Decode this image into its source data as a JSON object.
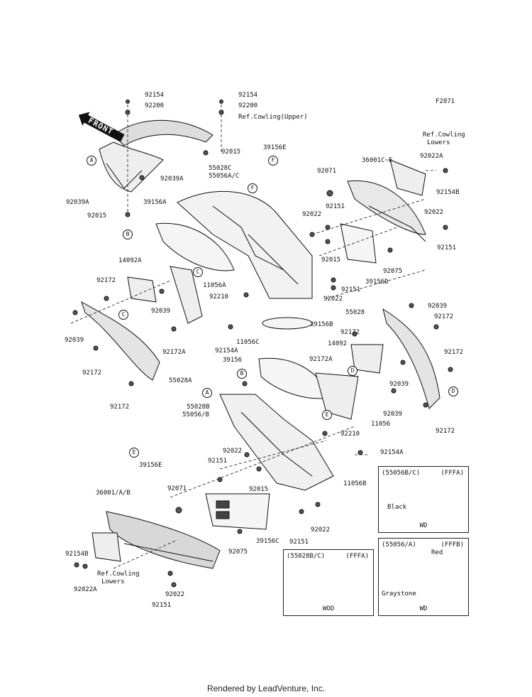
{
  "figure_ref": "F2871",
  "front_label": "FRONT",
  "footer": "Rendered by LeadVenture, Inc.",
  "labels": {
    "l92154_top_a": "92154",
    "l92200_top_a": "92200",
    "l92154_top_b": "92154",
    "l92200_top_b": "92200",
    "ref_cowling_upper": "Ref.Cowling(Upper)",
    "l92015_a": "92015",
    "l39156E_top": "39156E",
    "l92039A_a": "92039A",
    "l92039A_b": "92039A",
    "l92015_b": "92015",
    "l55028C": "55028C",
    "l55056AC": "55056A/C",
    "l39156A": "39156A",
    "ref_cowling_lowers_top_1": "Ref.Cowling",
    "ref_cowling_lowers_top_2": "Lowers",
    "l36001CE": "36001C~E",
    "l92071_top": "92071",
    "l92022A_top": "92022A",
    "l92154B_top": "92154B",
    "l92022_a": "92022",
    "l92151_a": "92151",
    "l92022_b": "92022",
    "l92151_b": "92151",
    "l92015_c": "92015",
    "l92075_top": "92075",
    "l39156D": "39156D",
    "l92151_c": "92151",
    "l92022_c": "92022",
    "l14092A": "14092A",
    "l92172_a": "92172",
    "l11056A": "11056A",
    "l92039_a": "92039",
    "l92210_a": "92210",
    "l92039_b": "92039",
    "l55028_right": "55028",
    "l92172_b": "92172",
    "l39156B": "39156B",
    "l92172_c": "92172",
    "l92039_c": "92039",
    "l92172A_a": "92172A",
    "l92154A_a": "92154A",
    "l11056C": "11056C",
    "l14092": "14092",
    "l92172_d": "92172",
    "l92172A_b": "92172A",
    "l39156_mid": "39156",
    "l92172_e": "92172",
    "l55028A": "55028A",
    "l92039_d": "92039",
    "l92172_f": "92172",
    "l55028B": "55028B",
    "l55056B": "55056/B",
    "l92039_e": "92039",
    "l11056": "11056",
    "l92172_g": "92172",
    "l92210_b": "92210",
    "l39156E_bot": "39156E",
    "l92022_d": "92022",
    "l92151_d": "92151",
    "l92154A_b": "92154A",
    "l92015_d": "92015",
    "l11056B": "11056B",
    "l36001AB": "36001/A/B",
    "l92071_bot": "92071",
    "l39156C": "39156C",
    "l92151_e": "92151",
    "l92022_e": "92022",
    "l92075_bot": "92075",
    "l92154B_bot": "92154B",
    "ref_cowling_lowers_bot_1": "Ref.Cowling",
    "ref_cowling_lowers_bot_2": "Lowers",
    "l92022A_bot": "92022A",
    "l92022_f": "92022",
    "l92151_f": "92151"
  },
  "circles": {
    "A1": "A",
    "B1": "B",
    "C1": "C",
    "C2": "C",
    "D1": "D",
    "D2": "D",
    "E1": "E",
    "E2": "E",
    "F1": "F",
    "F2": "F",
    "A2": "A",
    "B2": "B"
  },
  "insets": {
    "inset1": {
      "part": "(55056B/C)",
      "code": "(FFFA)",
      "color_label": "Black",
      "variant": "WD"
    },
    "inset2": {
      "part": "(55028B/C)",
      "code": "(FFFA)",
      "variant": "WOD"
    },
    "inset3": {
      "part": "(55056/A)",
      "code": "(FFFB)",
      "color_label_1": "Red",
      "color_label_2": "Graystone",
      "variant": "WD"
    }
  }
}
